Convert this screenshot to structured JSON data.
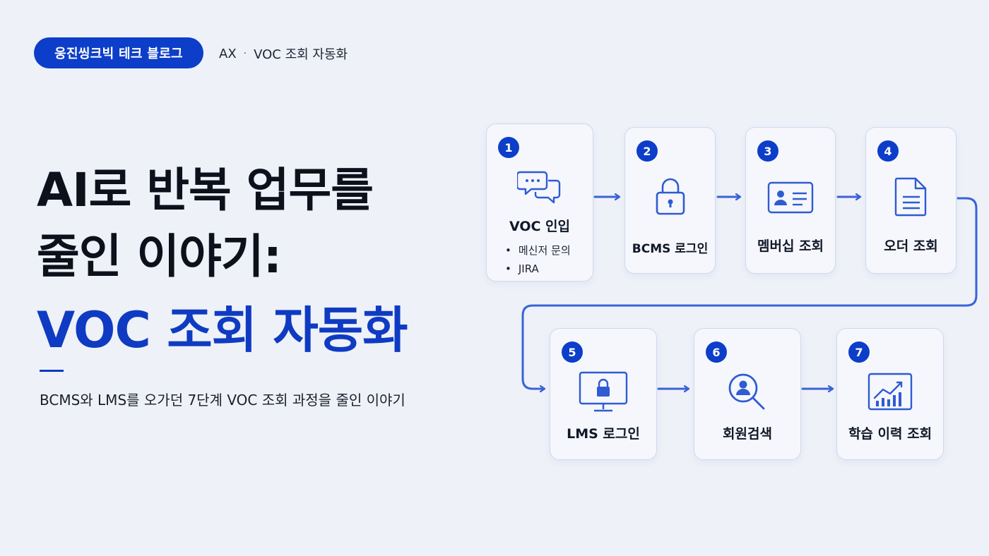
{
  "header": {
    "badge": "웅진씽크빅 테크 블로그",
    "crumb_section": "AX",
    "crumb_separator": "·",
    "crumb_topic": "VOC 조회 자동화"
  },
  "hero": {
    "line1": "AI로 반복 업무를",
    "line2": "줄인 이야기:",
    "line3": "VOC 조회 자동화",
    "subtitle": "BCMS와 LMS를 오가던 7단계 VOC 조회 과정을 줄인 이야기"
  },
  "accent_color": "#0d3ec9",
  "steps": [
    {
      "num": "1",
      "label": "VOC 인입",
      "icon": "chat-bubbles-icon",
      "bullets": [
        "메신저 문의",
        "JIRA"
      ]
    },
    {
      "num": "2",
      "label": "BCMS 로그인",
      "icon": "lock-icon"
    },
    {
      "num": "3",
      "label": "멤버십 조회",
      "icon": "id-card-icon"
    },
    {
      "num": "4",
      "label": "오더 조회",
      "icon": "document-icon"
    },
    {
      "num": "5",
      "label": "LMS 로그인",
      "icon": "monitor-lock-icon"
    },
    {
      "num": "6",
      "label": "회원검색",
      "icon": "user-search-icon"
    },
    {
      "num": "7",
      "label": "학습 이력 조회",
      "icon": "growth-chart-icon"
    }
  ]
}
